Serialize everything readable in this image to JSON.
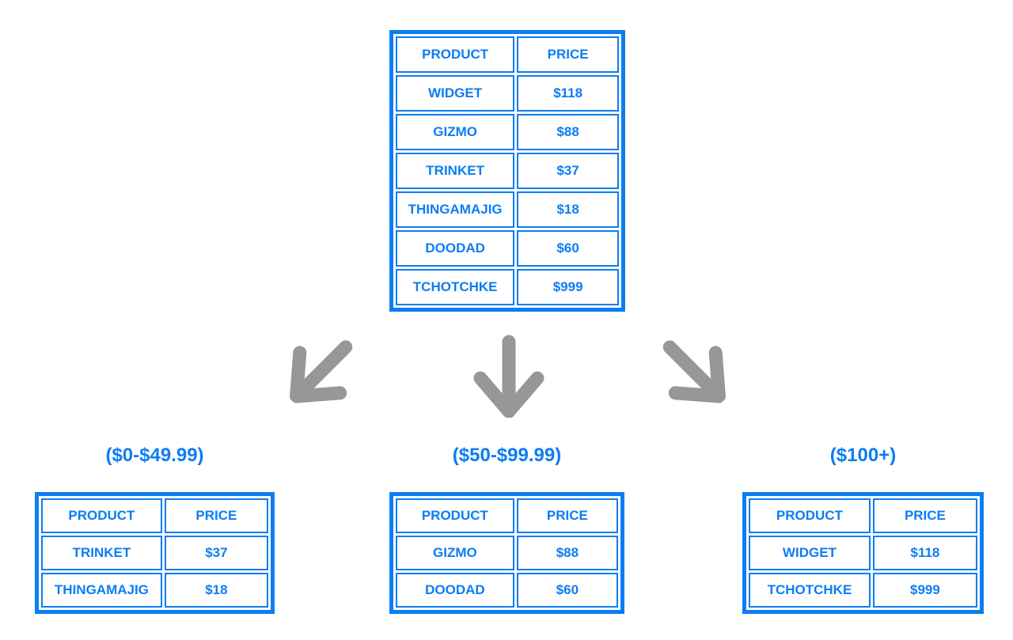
{
  "colors": {
    "accent_blue": "#0d7df2",
    "arrow_gray": "#979797",
    "background": "#ffffff"
  },
  "main_table": {
    "headers": [
      "PRODUCT",
      "PRICE"
    ],
    "rows": [
      [
        "WIDGET",
        "$118"
      ],
      [
        "GIZMO",
        "$88"
      ],
      [
        "TRINKET",
        "$37"
      ],
      [
        "THINGAMAJIG",
        "$18"
      ],
      [
        "DOODAD",
        "$60"
      ],
      [
        "TCHOTCHKE",
        "$999"
      ]
    ]
  },
  "arrows": [
    {
      "name": "arrow-down-left",
      "direction": "down-left"
    },
    {
      "name": "arrow-down",
      "direction": "down"
    },
    {
      "name": "arrow-down-right",
      "direction": "down-right"
    }
  ],
  "groups": [
    {
      "label": "($0-$49.99)",
      "headers": [
        "PRODUCT",
        "PRICE"
      ],
      "rows": [
        [
          "TRINKET",
          "$37"
        ],
        [
          "THINGAMAJIG",
          "$18"
        ]
      ]
    },
    {
      "label": "($50-$99.99)",
      "headers": [
        "PRODUCT",
        "PRICE"
      ],
      "rows": [
        [
          "GIZMO",
          "$88"
        ],
        [
          "DOODAD",
          "$60"
        ]
      ]
    },
    {
      "label": "($100+)",
      "headers": [
        "PRODUCT",
        "PRICE"
      ],
      "rows": [
        [
          "WIDGET",
          "$118"
        ],
        [
          "TCHOTCHKE",
          "$999"
        ]
      ]
    }
  ]
}
